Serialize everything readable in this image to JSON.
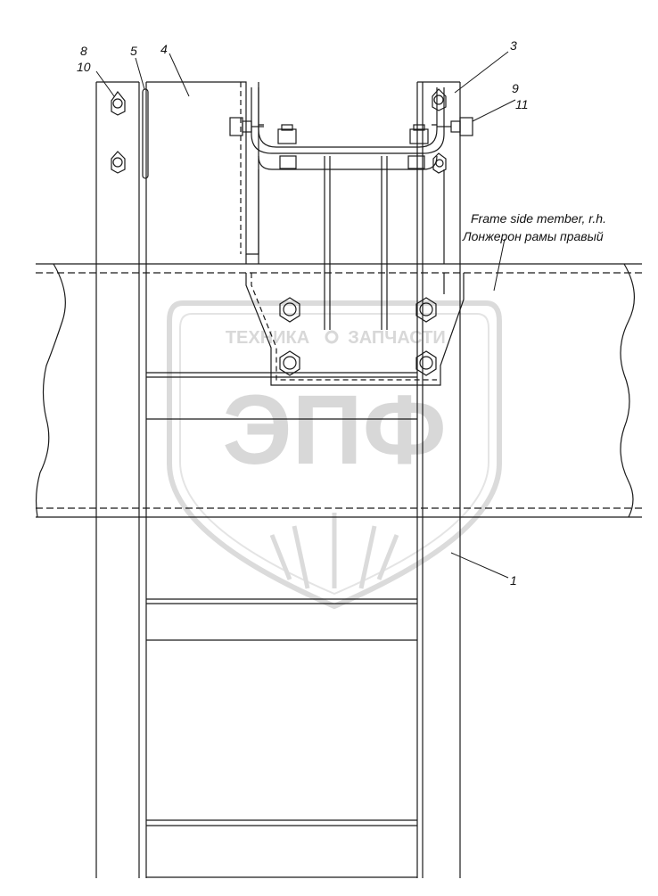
{
  "diagram": {
    "callouts": {
      "c1": "1",
      "c3": "3",
      "c4": "4",
      "c5": "5",
      "c8": "8",
      "c9": "9",
      "c10": "10",
      "c11": "11"
    },
    "caption_en": "Frame side member, r.h.",
    "caption_ru": "Лонжерон рамы правый"
  },
  "watermark": {
    "line1_left": "ТЕХНИКА",
    "line1_right": "ЗАПЧАСТИ",
    "logo": "ЭПФ",
    "color": "#d4d4d4"
  },
  "colors": {
    "line": "#1a1a1a",
    "watermark": "#d4d4d4"
  }
}
